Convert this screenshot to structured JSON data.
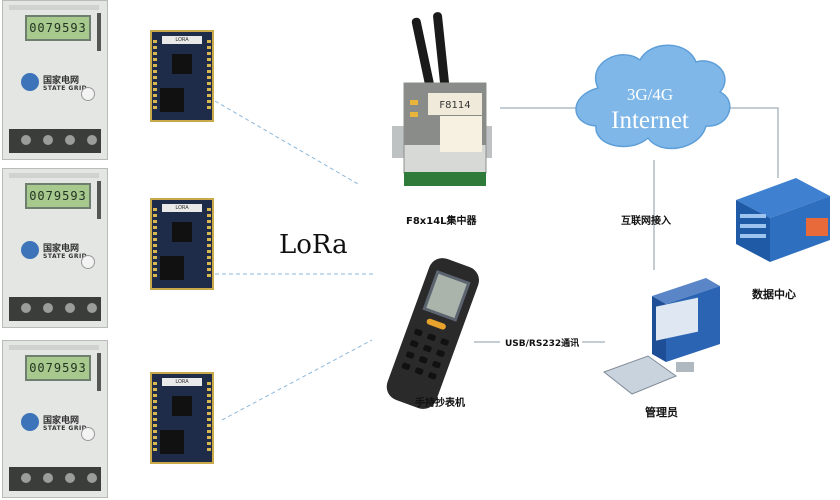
{
  "meters": [
    {
      "display": "0079593",
      "brand": "国家电网",
      "brand_en": "STATE GRID"
    },
    {
      "display": "0079593",
      "brand": "国家电网",
      "brand_en": "STATE GRID"
    },
    {
      "display": "0079593",
      "brand": "国家电网",
      "brand_en": "STATE GRID"
    }
  ],
  "lora_label": "LoRa",
  "concentrator": {
    "model": "F8114",
    "label": "F8x14L集中器"
  },
  "cloud": {
    "line1": "3G/4G",
    "line2": "Internet"
  },
  "internet_access_label": "互联网接入",
  "datacenter_label": "数据中心",
  "handheld_label": "手持抄表机",
  "usb_link_label": "USB/RS232通讯",
  "admin_label": "管理员",
  "colors": {
    "cloud": "#7fb7e8",
    "server": "#2f6fc0",
    "line": "#8a9aa8",
    "dash": "#8db8dc"
  }
}
